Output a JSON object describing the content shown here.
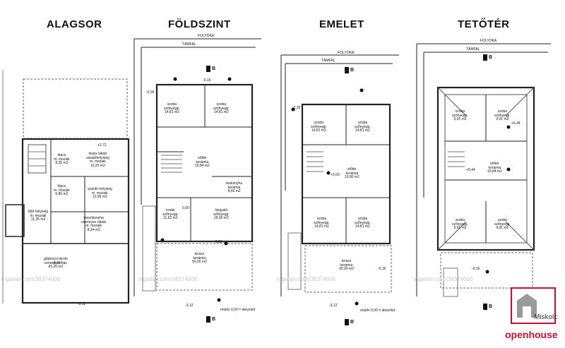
{
  "titles": {
    "basement": "ALAGSOR",
    "ground": "FÖLDSZINT",
    "first": "EMELET",
    "attic": "TETŐTÉR"
  },
  "site_labels": {
    "folyoka": "FOLYÓKA",
    "tamfal": "TÁMFAL"
  },
  "basement_rooms": [
    {
      "l1": "tiszta raktár",
      "l2": "vasalóhelyiség",
      "l3": "m. mozaik",
      "l4": "10,25 m2"
    },
    {
      "l1": "lépcs",
      "l2": "m. mozaik",
      "l3": "8,35 m2"
    },
    {
      "l1": "lépcs",
      "l2": "m. mozaik",
      "l3": "6,80 m2"
    },
    {
      "l1": "szárító helyiség",
      "l2": "m. mozaik",
      "l3": "13,99 m2"
    },
    {
      "l1": "fűtő helyiség",
      "l2": "m. mozaik",
      "l3": "11,35 m2"
    },
    {
      "l1": "mosókonyha",
      "l2": "szennyes raktár",
      "l3": "m. mozaik",
      "l4": "8,24 m2"
    },
    {
      "l1": "gépkocsi tároló",
      "l2": "cementsimítás",
      "l3": "43,20 m2"
    }
  ],
  "ground_rooms": [
    {
      "l1": "szoba",
      "l2": "szőnyegp.",
      "l3": "14,81 m2"
    },
    {
      "l1": "szoba",
      "l2": "szőnyegp.",
      "l3": "14,81 m2"
    },
    {
      "l1": "előtér",
      "l2": "kerámia",
      "l3": "15,84 m2"
    },
    {
      "l1": "irodai",
      "l2": "szőnyegp.",
      "l3": "11,62 m2"
    },
    {
      "l1": "tárgyaló",
      "l2": "szőnyegp.",
      "l3": "18,00 m2"
    },
    {
      "l1": "teakonyha",
      "l2": "kerámia",
      "l3": "8,49 m2"
    },
    {
      "l1": "terasz",
      "l2": "kerámia",
      "l3": "50,00 m2"
    }
  ],
  "first_rooms": [
    {
      "l1": "szoba",
      "l2": "szőnyegp.",
      "l3": "14,81 m2"
    },
    {
      "l1": "szoba",
      "l2": "szőnyegp.",
      "l3": "14,81 m2"
    },
    {
      "l1": "előtér",
      "l2": "kerámia",
      "l3": "10,80 m2"
    },
    {
      "l1": "szoba",
      "l2": "szőnyegp.",
      "l3": "14,81 m2"
    },
    {
      "l1": "szoba",
      "l2": "szőnyegp.",
      "l3": "14,81 m2"
    },
    {
      "l1": "terasz",
      "l2": "kerámia",
      "l3": "30,00 m2"
    }
  ],
  "attic_rooms": [
    {
      "l1": "szoba",
      "l2": "szőnyegp.",
      "l3": "9,91 m2"
    },
    {
      "l1": "szoba",
      "l2": "szőnyegp.",
      "l3": "9,91 m2"
    },
    {
      "l1": "előtér",
      "l2": "kerámia",
      "l3": "15,84 m2"
    },
    {
      "l1": "szoba",
      "l2": "szőnyegp.",
      "l3": "9,91 m2"
    },
    {
      "l1": "szoba",
      "l2": "szőnyegp.",
      "l3": "9,91 m2"
    }
  ],
  "levels": {
    "b1": "+2,72",
    "b2": "-3,10",
    "b3": "-3,12",
    "g1": "-0,35",
    "g2": "-0,16",
    "g3": "0,00",
    "g4": "-0,01",
    "g5": "-3,12",
    "f1": "-0,35",
    "f2": "+3,00",
    "f3": "-0,16",
    "f4": "-3,12",
    "a1": "+5,44",
    "a2": "+5,44",
    "a3": "-0,16"
  },
  "reference_note": "relatív 0,00 = abszolút",
  "section_marker": "B",
  "watermark": "ingatlan.com/38374606",
  "brand": {
    "city": "Miskolc",
    "name": "openhouse",
    "accent": "#c8102e"
  }
}
